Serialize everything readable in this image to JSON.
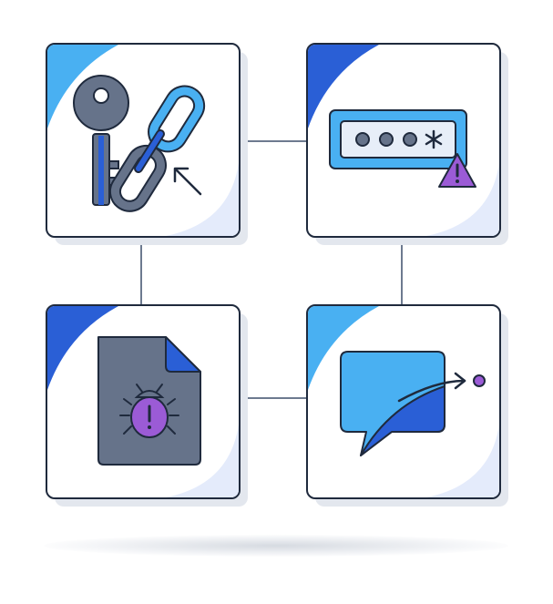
{
  "diagram": {
    "cards": [
      {
        "id": "top-left",
        "icon": "key-and-chain-link-icon",
        "extra_icon": "cursor-arrow-icon"
      },
      {
        "id": "top-right",
        "icon": "password-field-icon",
        "extra_icon": "warning-triangle-icon"
      },
      {
        "id": "bottom-left",
        "icon": "infected-file-icon",
        "extra_icon": "bug-icon"
      },
      {
        "id": "bottom-right",
        "icon": "chat-bubble-icon",
        "extra_icon": "redirect-arrow-icon"
      }
    ],
    "colors": {
      "outline": "#1f2a3d",
      "blue_light": "#3da9f0",
      "blue_dark": "#2a5fd6",
      "slate": "#66738a",
      "purple": "#9b5bd6",
      "card_shadow": "#e3e7ee"
    }
  }
}
